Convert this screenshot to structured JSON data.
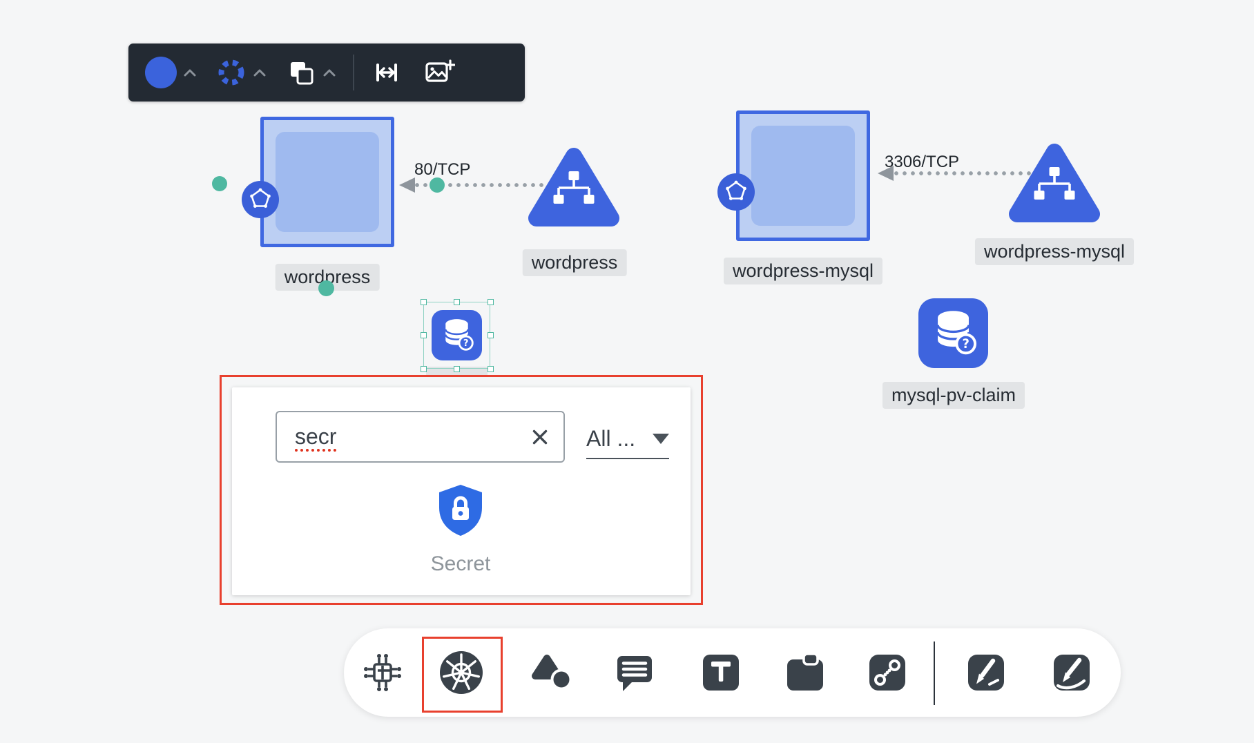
{
  "app": {
    "background": "#f5f6f7"
  },
  "style_toolbar": {
    "tools": [
      {
        "name": "fill-color",
        "icon": "blue-circle",
        "color": "#3b63dc"
      },
      {
        "name": "stroke-style",
        "icon": "dashed-ring",
        "color": "#3b63dc"
      },
      {
        "name": "arrange",
        "icon": "overlapping-squares"
      },
      {
        "name": "resize-width",
        "icon": "horizontal-resize"
      },
      {
        "name": "replace-image",
        "icon": "image-plus"
      }
    ]
  },
  "diagram": {
    "nodes": [
      {
        "id": "wordpress-pod",
        "type": "pod",
        "label": "wordpress"
      },
      {
        "id": "wordpress-service",
        "type": "service",
        "label": "wordpress"
      },
      {
        "id": "wordpress-mysql-pod",
        "type": "pod",
        "label": "wordpress-mysql"
      },
      {
        "id": "wordpress-mysql-service",
        "type": "service",
        "label": "wordpress-mysql"
      },
      {
        "id": "mysql-pv-claim",
        "type": "persistent-volume-claim",
        "label": "mysql-pv-claim"
      },
      {
        "id": "new-resource",
        "type": "persistent-volume-claim",
        "label": ""
      }
    ],
    "edges": [
      {
        "label": "80/TCP"
      },
      {
        "label": "3306/TCP"
      }
    ]
  },
  "shape_picker": {
    "search_value": "secr",
    "filter_value": "All ...",
    "results": [
      {
        "label": "Secret",
        "icon": "shield-lock"
      }
    ]
  },
  "bottom_toolbar": {
    "tools": [
      "infrastructure",
      "kubernetes",
      "shapes",
      "comment",
      "text",
      "note",
      "connector",
      "pen",
      "marker"
    ],
    "highlighted_tool": "kubernetes"
  },
  "annotation": {
    "color": "#e8402e"
  }
}
